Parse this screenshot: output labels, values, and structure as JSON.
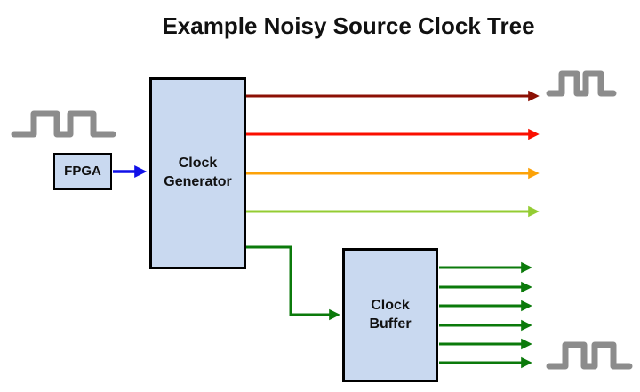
{
  "title": "Example Noisy Source Clock Tree",
  "nodes": {
    "fpga": {
      "label": "FPGA"
    },
    "clock_generator": {
      "label": "Clock Generator"
    },
    "clock_buffer": {
      "label": "Clock Buffer"
    }
  },
  "icons": {
    "input_waveform": "clock-waveform-icon",
    "generator_output_waveform": "clock-waveform-icon",
    "buffer_output_waveform": "clock-waveform-icon"
  },
  "colors": {
    "box_fill": "#C9D9F0",
    "box_border": "#000000",
    "waveform_gray": "#8C8C8C",
    "fpga_to_generator": "#1010E8",
    "generator_outputs": [
      "#8C1004",
      "#FA0F00",
      "#FCA208",
      "#94CC33"
    ],
    "generator_to_buffer": "#0B7A0B",
    "buffer_outputs": "#0B7A0B"
  },
  "generator_output_count": 4,
  "buffer_output_count": 6
}
